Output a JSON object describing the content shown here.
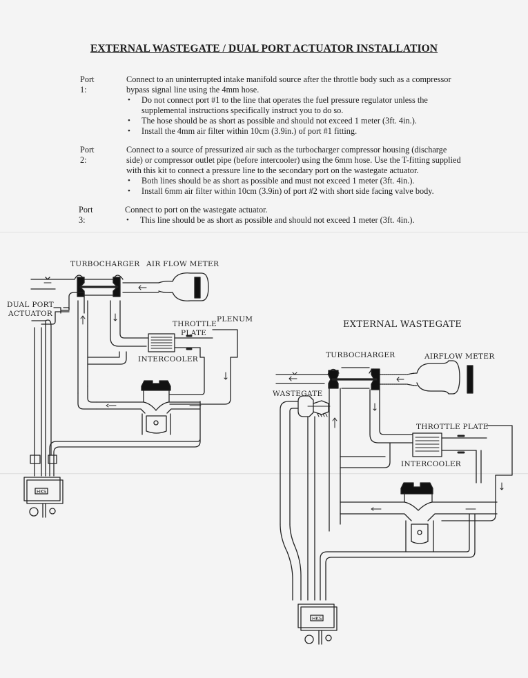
{
  "document": {
    "title": "EXTERNAL WASTEGATE / DUAL PORT ACTUATOR INSTALLATION",
    "ports": [
      {
        "label": "Port 1:",
        "text_lines": [
          "Connect to an uninterrupted intake manifold source after the throttle body such as a compressor",
          "bypass signal line using the 4mm hose."
        ],
        "bullets": [
          [
            "Do not connect port #1 to the line that operates the fuel pressure regulator unless the",
            "supplemental instructions specifically instruct you to do so."
          ],
          [
            "The hose should be as short as possible and should not exceed 1 meter (3ft. 4in.)."
          ],
          [
            "Install the 4mm air filter within 10cm (3.9in.) of port #1 fitting."
          ]
        ]
      },
      {
        "label": "Port 2:",
        "text_lines": [
          "Connect to a source of pressurized air such as the turbocharger compressor housing (discharge",
          "side) or compressor outlet pipe (before intercooler) using the 6mm hose. Use the T-fitting supplied",
          "with this kit to connect a pressure line to the secondary port on the wastegate actuator."
        ],
        "bullets": [
          [
            "Both lines should be as short as possible and must not exceed 1 meter (3ft. 4in.)."
          ],
          [
            "Install 6mm air filter within 10cm (3.9in) of port #2 with short side facing valve body."
          ]
        ]
      },
      {
        "label": "Port 3:",
        "text_lines": [
          "Connect to port on  the wastegate actuator."
        ],
        "bullets": [
          [
            "This line should be as short as possible and should not exceed 1 meter (3ft. 4in.)."
          ]
        ]
      }
    ]
  },
  "diagram_left": {
    "labels": {
      "turbocharger": "TURBOCHARGER",
      "air_flow_meter": "AIR FLOW METER",
      "actuator_line1": "DUAL PORT",
      "actuator_line2": "ACTUATOR",
      "throttle_line1": "THROTTLE",
      "throttle_line2": "PLATE",
      "plenum": "PLENUM",
      "intercooler": "INTERCOOLER",
      "controller_logo": "HKS"
    }
  },
  "diagram_right": {
    "heading": "EXTERNAL WASTEGATE",
    "labels": {
      "turbocharger": "TURBOCHARGER",
      "airflow_meter": "AIRFLOW METER",
      "wastegate": "WASTEGATE",
      "throttle_plate": "THROTTLE PLATE",
      "intercooler": "INTERCOOLER",
      "controller_logo": "HKS"
    }
  },
  "colors": {
    "paper": "#f4f4f4",
    "ink": "#1c1c1c"
  }
}
